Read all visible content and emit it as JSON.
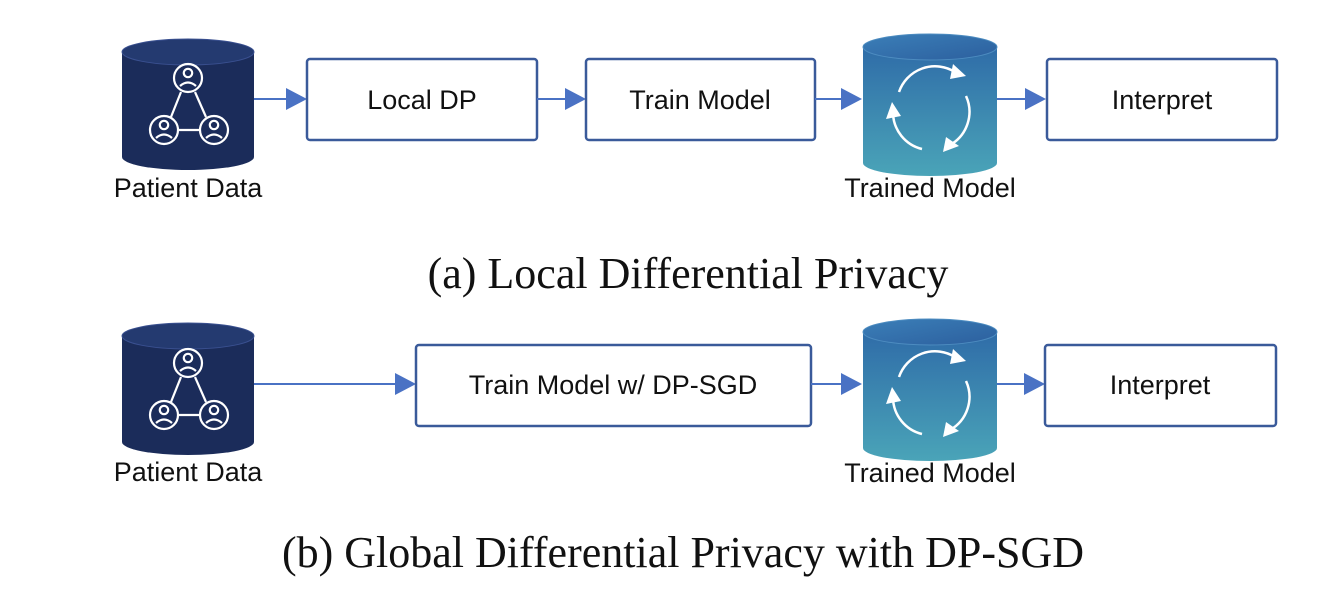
{
  "colors": {
    "database": "#1b2c5a",
    "database_top": "#243a70",
    "model_top": "#2f6ca8",
    "model_bottom": "#4aa4b8",
    "box_border": "#3a5a9a",
    "arrow": "#4a72c4"
  },
  "panel_a": {
    "source_label": "Patient Data",
    "source_icon": "patient-network-icon",
    "step1": "Local DP",
    "step2": "Train Model",
    "model_label": "Trained Model",
    "model_icon": "refresh-cycle-icon",
    "output": "Interpret",
    "caption": "(a) Local Differential Privacy"
  },
  "panel_b": {
    "source_label": "Patient Data",
    "source_icon": "patient-network-icon",
    "step1": "Train Model w/ DP-SGD",
    "model_label": "Trained Model",
    "model_icon": "refresh-cycle-icon",
    "output": "Interpret",
    "caption": "(b) Global Differential Privacy with DP-SGD"
  }
}
